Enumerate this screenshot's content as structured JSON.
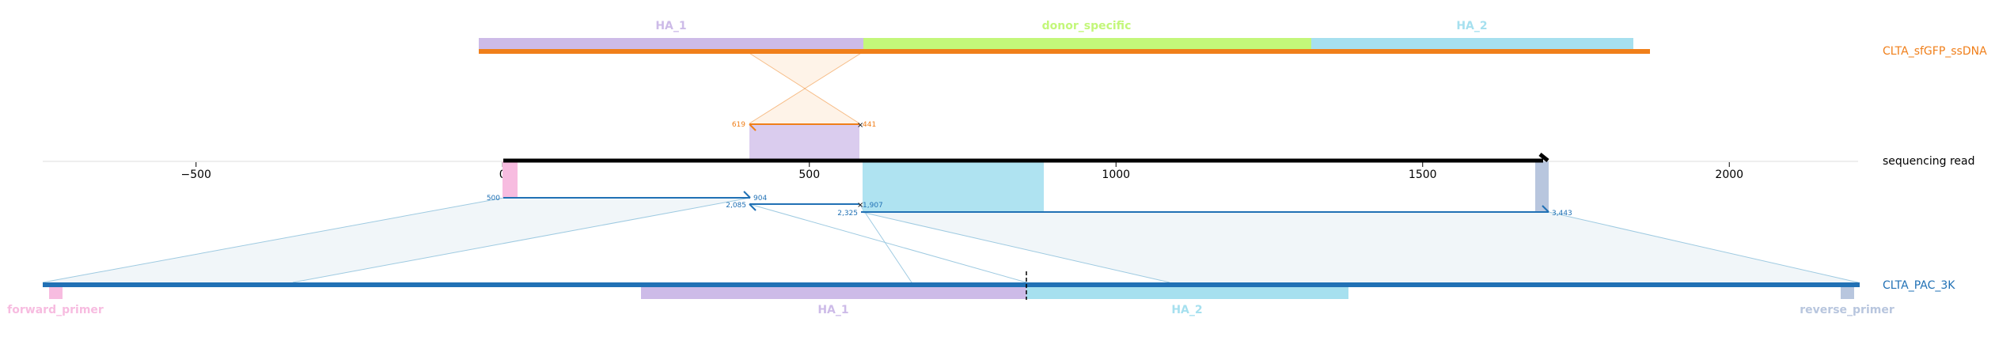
{
  "colors": {
    "ha1": "#cdbbe8",
    "donor_specific": "#c3f77a",
    "ha2": "#a6e0ef",
    "ssdna_line": "#f07f1a",
    "pac_line": "#2171b5",
    "forward_primer": "#f7bce0",
    "reverse_primer": "#b8c6de",
    "read_line": "#000000",
    "connector": "#9ecae1",
    "connector_fill": "#e8f0f5",
    "insert_fill": "#fde9d5"
  },
  "tracks": {
    "donor": {
      "name": "CLTA_sfGFP_ssDNA",
      "features": [
        {
          "label": "HA_1",
          "color_key": "ha1"
        },
        {
          "label": "donor_specific",
          "color_key": "donor_specific"
        },
        {
          "label": "HA_2",
          "color_key": "ha2"
        }
      ]
    },
    "read": {
      "name": "sequencing read",
      "axis_ticks": [
        "−500",
        "0",
        "500",
        "1000",
        "1500",
        "2000"
      ],
      "axis_tick_values": [
        -500,
        0,
        500,
        1000,
        1500,
        2000
      ],
      "axis_range": [
        -750,
        2210
      ],
      "read_length": 1700
    },
    "reference": {
      "name": "CLTA_PAC_3K",
      "features": [
        {
          "label": "forward_primer",
          "color_key": "forward_primer"
        },
        {
          "label": "HA_1",
          "color_key": "ha1"
        },
        {
          "label": "HA_2",
          "color_key": "ha2"
        },
        {
          "label": "reverse_primer",
          "color_key": "reverse_primer"
        }
      ]
    }
  },
  "alignments": {
    "donor_alignment": {
      "start_label": "619",
      "end_label": "441",
      "read_start": 403,
      "read_end": 582
    },
    "ref_alignment_1": {
      "start_label": "500",
      "end_label": "904",
      "read_start": 0,
      "read_end": 403
    },
    "ref_alignment_2": {
      "start_label": "2,085",
      "end_label": "1,907",
      "read_start": 403,
      "read_end": 582
    },
    "ref_alignment_3": {
      "start_label": "2,325",
      "end_label": "3,443",
      "read_start": 582,
      "read_end": 1700
    }
  }
}
